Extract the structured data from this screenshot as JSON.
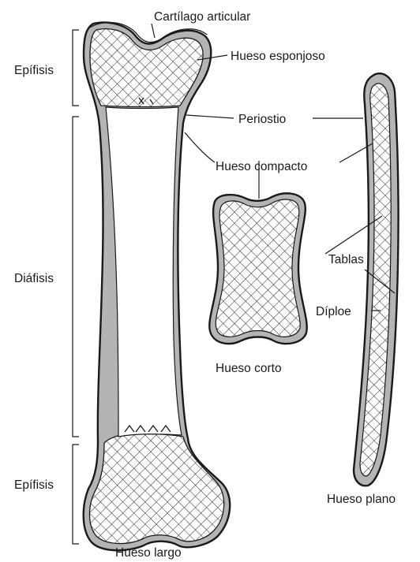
{
  "labels": {
    "articular_cartilage": "Cartílago articular",
    "spongy_bone": "Hueso esponjoso",
    "periosteum": "Periostio",
    "compact_bone": "Hueso compacto",
    "tables": "Tablas",
    "diploe": "Díploe",
    "epiphysis_top": "Epífisis",
    "diaphysis": "Diáfisis",
    "epiphysis_bottom": "Epífisis",
    "long_bone": "Hueso largo",
    "short_bone": "Hueso corto",
    "flat_bone": "Hueso plano"
  },
  "colors": {
    "ink": "#1a1a1a",
    "compact_gray": "#b4b4b4",
    "background": "#ffffff"
  }
}
